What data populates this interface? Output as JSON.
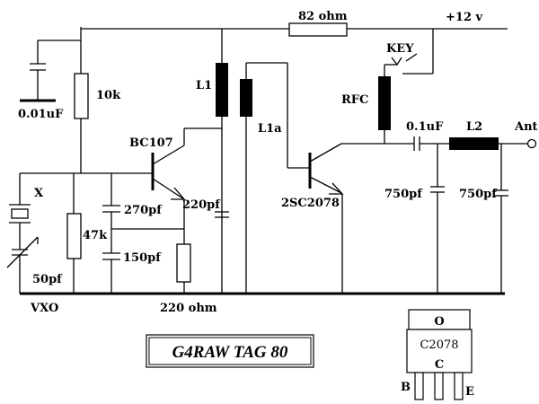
{
  "title": "G4RAW TAG 80",
  "labels": {
    "r_82": "82 ohm",
    "supply": "+12 v",
    "key": "KEY",
    "c_001": "0.01uF",
    "r_10k": "10k",
    "l1": "L1",
    "l1a": "L1a",
    "rfc": "RFC",
    "c_01": "0.1uF",
    "l2": "L2",
    "ant": "Ant",
    "bc107": "BC107",
    "x": "X",
    "c_270": "270pf",
    "c_220": "220pf",
    "r_47k": "47k",
    "c_150": "150pf",
    "sc2078": "2SC2078",
    "c_750a": "750pf",
    "c_750b": "750pf",
    "c_50": "50pf",
    "vxo": "VXO",
    "r_220": "220 ohm",
    "pkg_o": "O",
    "pkg_name": "C2078",
    "pkg_c": "C",
    "pkg_b": "B",
    "pkg_e": "E"
  }
}
